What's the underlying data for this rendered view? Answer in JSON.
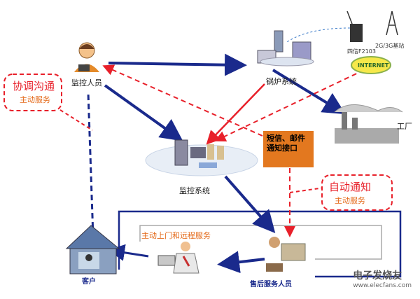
{
  "labels": {
    "monitor_person": "监控人员",
    "boiler_system": "锅炉系统",
    "factory": "工厂",
    "monitoring_system": "监控系统",
    "customer": "客户",
    "after_sales": "售后服务人员",
    "device_model": "四信F2103",
    "base_station": "2G/3G基站",
    "internet": "INTERNET",
    "onsite_service": "主动上门和远程服务"
  },
  "callouts": {
    "coordinate_title": "协调沟通",
    "coordinate_sub": "主动服务",
    "notify_title": "自动通知",
    "notify_sub": "主动服务"
  },
  "sms_box": "短信、邮件通知接口",
  "watermark": {
    "main": "电子发烧友",
    "sub": "www.elecfans.com"
  },
  "colors": {
    "navy": "#1a2a8c",
    "red": "#e8202a",
    "orange": "#e3781f"
  }
}
